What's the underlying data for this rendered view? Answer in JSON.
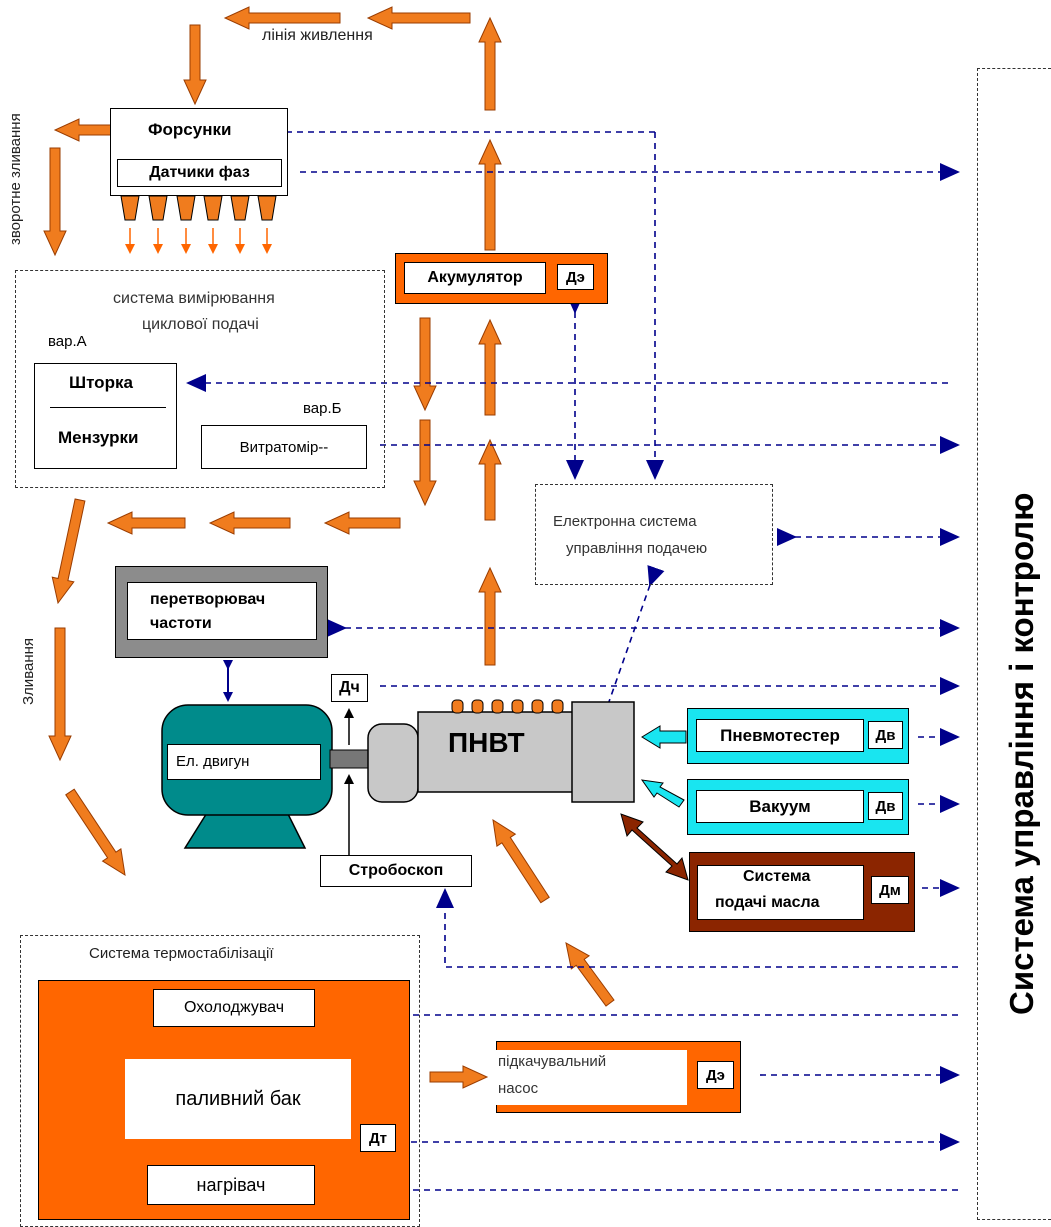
{
  "labels": {
    "feed_line": "лінія живлення",
    "return_drain": "зворотне зливання",
    "drain": "Зливання",
    "injectors": "Форсунки",
    "phase_sensors": "Датчики фаз",
    "measure_system_1": "система вимірювання",
    "measure_system_2": "циклової подачі",
    "var_a": "вар.А",
    "var_b": "вар.Б",
    "shutter": "Шторка",
    "beakers": "Мензурки",
    "flowmeter": "Витратомір--",
    "accumulator": "Акумулятор",
    "accumulator_sensor": "Дэ",
    "ecu_1": "Електронна система",
    "ecu_2": "управління подачею",
    "freq_conv_1": "перетворювач",
    "freq_conv_2": "частоти",
    "freq_sensor": "Дч",
    "motor": "Ел. двигун",
    "pump": "ПНВТ",
    "pneumotester": "Пневмотестер",
    "pneumo_sensor": "Дв",
    "vacuum": "Вакуум",
    "vacuum_sensor": "Дв",
    "oil_1": "Система",
    "oil_2": "подачі масла",
    "oil_sensor": "Дм",
    "stroboscope": "Стробоскоп",
    "thermo_title": "Система термостабілізації",
    "cooler": "Охолоджувач",
    "fuel_tank": "паливний бак",
    "temp_sensor": "Дт",
    "heater": "нагрівач",
    "booster_1": "підкачувальний",
    "booster_2": "насос",
    "booster_sensor": "Дэ",
    "control_system": "Система управління і контролю"
  },
  "colors": {
    "fuel_arrow": "#f07c1e",
    "fuel_arrow_stroke": "#9a3c00",
    "signal": "#00008b",
    "orange": "#ff6600",
    "teal": "#008b8b",
    "cyan": "#19e5f0",
    "brown": "#8b2500",
    "gray": "#c8c8c8"
  }
}
